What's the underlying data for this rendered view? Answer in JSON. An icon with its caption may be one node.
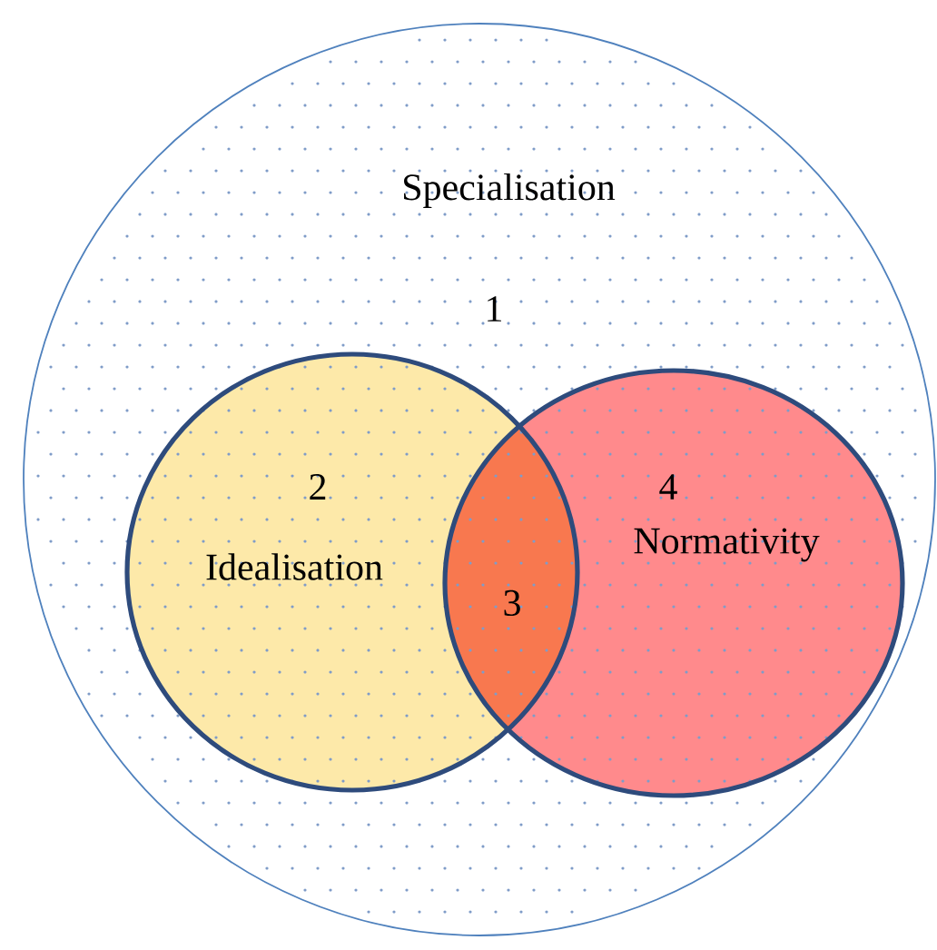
{
  "diagram": {
    "nodes": [
      {
        "text": [
          "Specialisation",
          "1"
        ]
      },
      {
        "text": [
          "2",
          "Idealisation"
        ],
        "in": 0
      },
      {
        "text": [
          "4",
          "Normativity"
        ],
        "in": 0
      }
    ],
    "labels": [
      "3"
    ]
  }
}
